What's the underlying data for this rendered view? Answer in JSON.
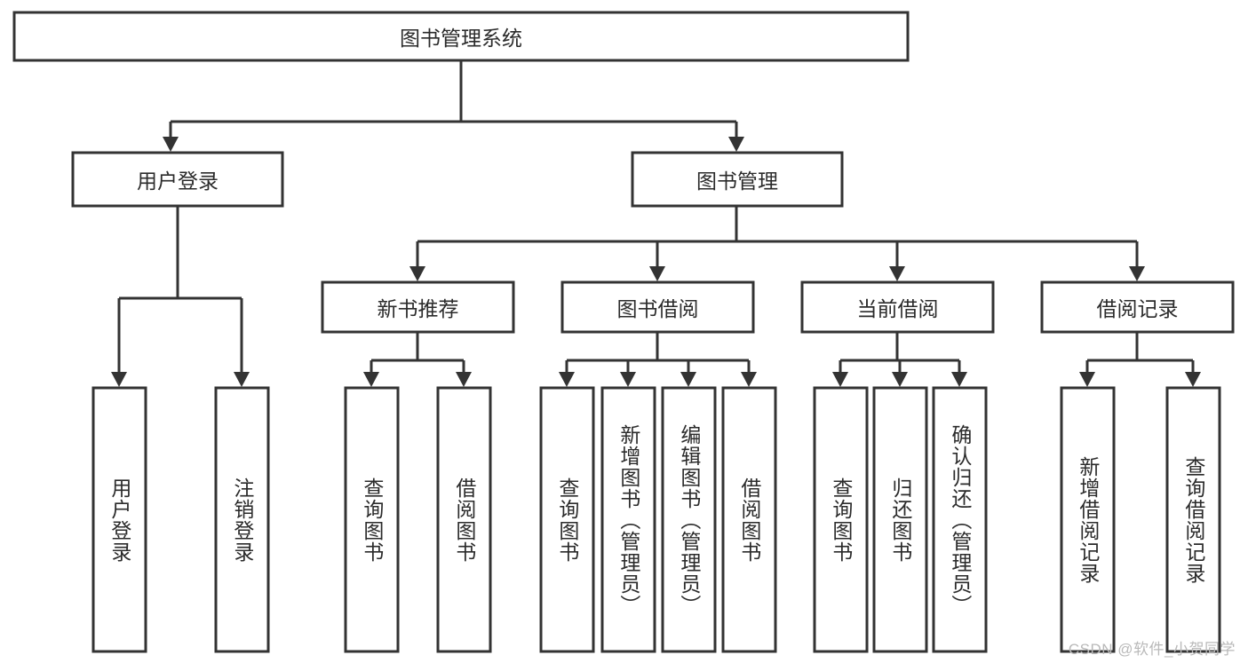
{
  "diagram": {
    "title": "图书管理系统",
    "watermark": "CSDN @软件_小贺同学",
    "levels": {
      "root": {
        "label": "图书管理系统"
      },
      "level2": [
        {
          "label": "用户登录"
        },
        {
          "label": "图书管理"
        }
      ],
      "level3": [
        {
          "label": "新书推荐"
        },
        {
          "label": "图书借阅"
        },
        {
          "label": "当前借阅"
        },
        {
          "label": "借阅记录"
        }
      ],
      "leaves": [
        {
          "label": "用户登录"
        },
        {
          "label": "注销登录"
        },
        {
          "label": "查询图书"
        },
        {
          "label": "借阅图书"
        },
        {
          "label": "查询图书"
        },
        {
          "label": "新增图书（管理员）"
        },
        {
          "label": "编辑图书（管理员）"
        },
        {
          "label": "借阅图书"
        },
        {
          "label": "查询图书"
        },
        {
          "label": "归还图书"
        },
        {
          "label": "确认归还（管理员）"
        },
        {
          "label": "新增借阅记录"
        },
        {
          "label": "查询借阅记录"
        }
      ]
    },
    "colors": {
      "stroke": "#333333",
      "fill": "#ffffff",
      "text": "#2b2b2b",
      "watermark": "#b9b9b9"
    }
  },
  "chart_data": {
    "type": "tree",
    "title": "图书管理系统",
    "nodes": [
      {
        "id": "root",
        "label": "图书管理系统",
        "level": 0,
        "parent": null
      },
      {
        "id": "n-user-login",
        "label": "用户登录",
        "level": 1,
        "parent": "root"
      },
      {
        "id": "n-book-mgmt",
        "label": "图书管理",
        "level": 1,
        "parent": "root"
      },
      {
        "id": "n-new-book-rec",
        "label": "新书推荐",
        "level": 2,
        "parent": "n-book-mgmt"
      },
      {
        "id": "n-book-borrow",
        "label": "图书借阅",
        "level": 2,
        "parent": "n-book-mgmt"
      },
      {
        "id": "n-current-borrow",
        "label": "当前借阅",
        "level": 2,
        "parent": "n-book-mgmt"
      },
      {
        "id": "n-borrow-record",
        "label": "借阅记录",
        "level": 2,
        "parent": "n-book-mgmt"
      },
      {
        "id": "l-user-login",
        "label": "用户登录",
        "level": 2,
        "parent": "n-user-login"
      },
      {
        "id": "l-logout",
        "label": "注销登录",
        "level": 2,
        "parent": "n-user-login"
      },
      {
        "id": "l-query-book-1",
        "label": "查询图书",
        "level": 3,
        "parent": "n-new-book-rec"
      },
      {
        "id": "l-borrow-book-1",
        "label": "借阅图书",
        "level": 3,
        "parent": "n-new-book-rec"
      },
      {
        "id": "l-query-book-2",
        "label": "查询图书",
        "level": 3,
        "parent": "n-book-borrow"
      },
      {
        "id": "l-add-book",
        "label": "新增图书（管理员）",
        "level": 3,
        "parent": "n-book-borrow"
      },
      {
        "id": "l-edit-book",
        "label": "编辑图书（管理员）",
        "level": 3,
        "parent": "n-book-borrow"
      },
      {
        "id": "l-borrow-book-2",
        "label": "借阅图书",
        "level": 3,
        "parent": "n-book-borrow"
      },
      {
        "id": "l-query-book-3",
        "label": "查询图书",
        "level": 3,
        "parent": "n-current-borrow"
      },
      {
        "id": "l-return-book",
        "label": "归还图书",
        "level": 3,
        "parent": "n-current-borrow"
      },
      {
        "id": "l-confirm-return",
        "label": "确认归还（管理员）",
        "level": 3,
        "parent": "n-current-borrow"
      },
      {
        "id": "l-add-record",
        "label": "新增借阅记录",
        "level": 3,
        "parent": "n-borrow-record"
      },
      {
        "id": "l-query-record",
        "label": "查询借阅记录",
        "level": 3,
        "parent": "n-borrow-record"
      }
    ]
  }
}
